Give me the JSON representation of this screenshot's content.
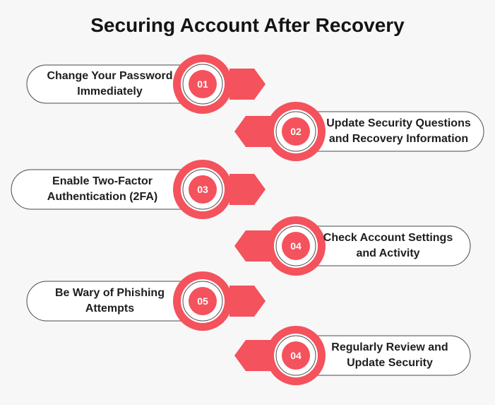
{
  "title": "Securing Account After Recovery",
  "colors": {
    "accent": "#f4525c",
    "accent_dark": "#e84852",
    "box_border": "#4a4a4a",
    "box_fill": "#ffffff"
  },
  "steps": [
    {
      "number": "01",
      "text": "Change Your Password\nImmediately"
    },
    {
      "number": "02",
      "text": "Update Security Questions\nand Recovery Information"
    },
    {
      "number": "03",
      "text": "Enable Two-Factor\nAuthentication (2FA)"
    },
    {
      "number": "04",
      "text": "Check Account Settings\nand Activity"
    },
    {
      "number": "05",
      "text": "Be Wary of Phishing\nAttempts"
    },
    {
      "number": "04",
      "text": "Regularly Review and\nUpdate Security"
    }
  ]
}
